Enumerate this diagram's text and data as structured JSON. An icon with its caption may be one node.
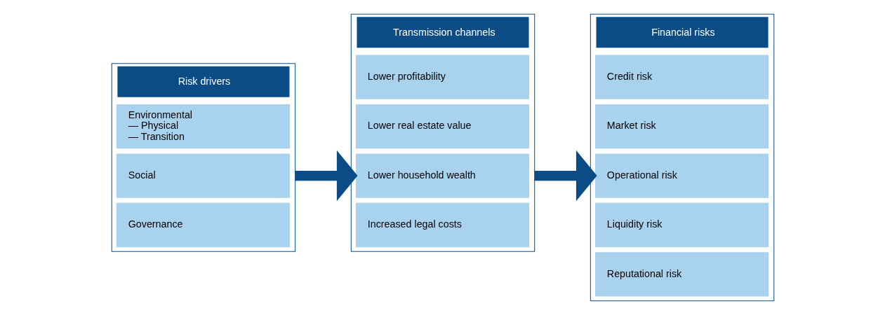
{
  "diagram": {
    "nodes": [
      {
        "text": [
          "Risk drivers"
        ]
      },
      {
        "text": [
          "Environmental",
          "— Physical",
          "— Transition"
        ],
        "in": 0
      },
      {
        "text": [
          "Social"
        ],
        "in": 0
      },
      {
        "text": [
          "Governance"
        ],
        "in": 0
      },
      {
        "text": [
          "Transmission channels"
        ]
      },
      {
        "text": [
          "Lower profitability"
        ],
        "in": 4
      },
      {
        "text": [
          "Lower real estate value"
        ],
        "in": 4
      },
      {
        "text": [
          "Lower household wealth"
        ],
        "in": 4
      },
      {
        "text": [
          "Increased legal costs"
        ],
        "in": 4
      },
      {
        "text": [
          "Financial risks"
        ]
      },
      {
        "text": [
          "Credit risk"
        ],
        "in": 9
      },
      {
        "text": [
          "Market risk"
        ],
        "in": 9
      },
      {
        "text": [
          "Operational risk"
        ],
        "in": 9
      },
      {
        "text": [
          "Liquidity risk"
        ],
        "in": 9
      },
      {
        "text": [
          "Reputational risk"
        ],
        "in": 9
      }
    ],
    "edges": [
      {
        "from": 0,
        "to": 4,
        "arrow": "to"
      },
      {
        "from": 4,
        "to": 9,
        "arrow": "to"
      }
    ]
  }
}
